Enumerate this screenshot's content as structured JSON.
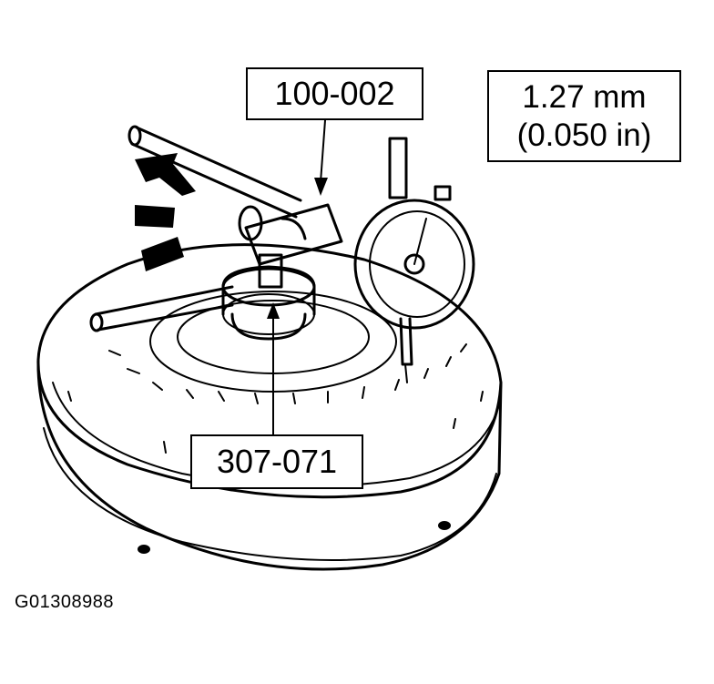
{
  "diagram": {
    "subject": "torque converter end play check with dial indicator",
    "callouts": {
      "tool_top": "100-002",
      "tool_bottom": "307-071"
    },
    "specification": {
      "metric": "1.27 mm",
      "imperial": "(0.050 in)"
    },
    "figure_id": "G01308988",
    "colors": {
      "ink": "#000000",
      "paper": "#ffffff"
    },
    "icons": [
      "rotation-arrow-icon",
      "dial-indicator-icon"
    ]
  }
}
